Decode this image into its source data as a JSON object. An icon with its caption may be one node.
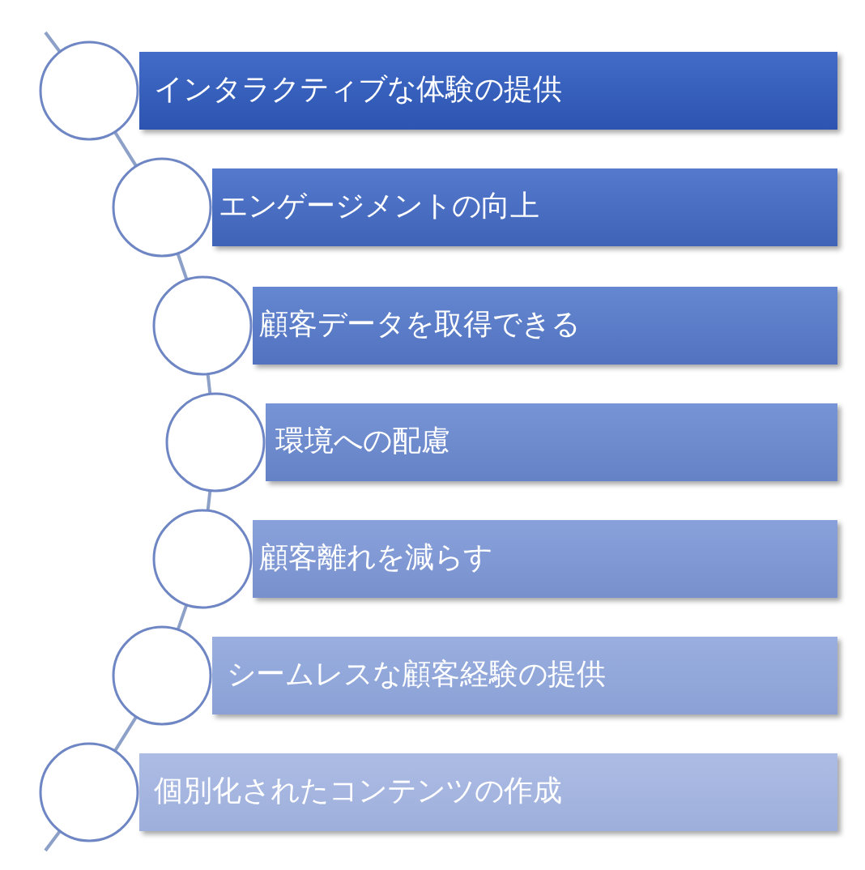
{
  "diagram": {
    "nodes": [
      {
        "text": [
          "インタラクティブな体験の提供"
        ]
      },
      {
        "text": [
          "エンゲージメントの向上"
        ]
      },
      {
        "text": [
          "顧客データを取得できる"
        ]
      },
      {
        "text": [
          "環境への配慮"
        ]
      },
      {
        "text": [
          "顧客離れを減らす"
        ]
      },
      {
        "text": [
          "シームレスな顧客経験の提供"
        ]
      },
      {
        "text": [
          "個別化されたコンテンツの作成"
        ]
      },
      {
        "text": [],
        "shape": "circle"
      },
      {
        "text": [],
        "shape": "circle"
      },
      {
        "text": [],
        "shape": "circle"
      },
      {
        "text": [],
        "shape": "circle"
      },
      {
        "text": [],
        "shape": "circle"
      },
      {
        "text": [],
        "shape": "circle"
      },
      {
        "text": [],
        "shape": "circle"
      }
    ],
    "edges": [
      {
        "from": null,
        "to": 7,
        "arrow": "none"
      },
      {
        "from": 7,
        "to": 8,
        "arrow": "none"
      },
      {
        "from": 8,
        "to": 9,
        "arrow": "none"
      },
      {
        "from": 9,
        "to": 10,
        "arrow": "none"
      },
      {
        "from": 10,
        "to": 11,
        "arrow": "none"
      },
      {
        "from": 11,
        "to": 12,
        "arrow": "none"
      },
      {
        "from": 12,
        "to": 13,
        "arrow": "none"
      },
      {
        "from": 13,
        "to": null,
        "arrow": "none"
      }
    ]
  }
}
